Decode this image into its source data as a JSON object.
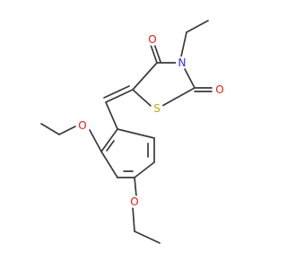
{
  "molecule": {
    "atoms": [
      {
        "id": "o_top_ketone",
        "label": "O",
        "color": "#e8200d"
      },
      {
        "id": "n_ring",
        "label": "N",
        "color": "#2f2fe6"
      },
      {
        "id": "o_right_ketone",
        "label": "O",
        "color": "#e8200d"
      },
      {
        "id": "s_ring",
        "label": "S",
        "color": "#c7a800"
      },
      {
        "id": "o_ethoxy_upper",
        "label": "O",
        "color": "#e8200d"
      },
      {
        "id": "o_ethoxy_lower",
        "label": "O",
        "color": "#e8200d"
      }
    ]
  }
}
